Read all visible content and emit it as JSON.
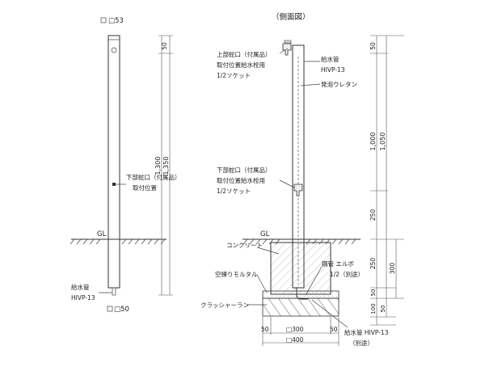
{
  "title": "（側面図）",
  "front": {
    "top_size": "□53",
    "bottom_size": "□50",
    "gl": "GL",
    "lower_faucet": [
      "下部蛇口（付属品）",
      "取付位置"
    ],
    "pipe_label": [
      "給水管",
      "HIVP-13"
    ],
    "dims": {
      "d50": "50",
      "d1300": "1,300",
      "d1350": "1,350"
    }
  },
  "side": {
    "gl": "GL",
    "upper_faucet": [
      "上部蛇口（付属品）",
      "取付位置給水栓用",
      "1/2ソケット"
    ],
    "lower_faucet": [
      "下部蛇口（付属品）",
      "取付位置給水栓用",
      "1/2ソケット"
    ],
    "pipe_label": [
      "給水管",
      "HIVP-13"
    ],
    "foam": "発泡ウレタン",
    "concrete": "コンクリート",
    "mortar": "空練りモルタル",
    "crusher": "クラッシャーラン",
    "elbow": [
      "鋼管 エルボ",
      "1/2（別途）"
    ],
    "pipe_bottom": [
      "給水管 HIVP-13",
      "（別途）"
    ],
    "bottom_dims": {
      "d50l": "50",
      "d300": "□300",
      "d50r": "50",
      "d400": "□400"
    },
    "right_dims": {
      "d50": "50",
      "d1000": "1,000",
      "d1050": "1,050",
      "d250a": "250",
      "d250b": "250",
      "d300": "300",
      "d50b": "50",
      "d100": "100",
      "d50c": "50"
    }
  }
}
